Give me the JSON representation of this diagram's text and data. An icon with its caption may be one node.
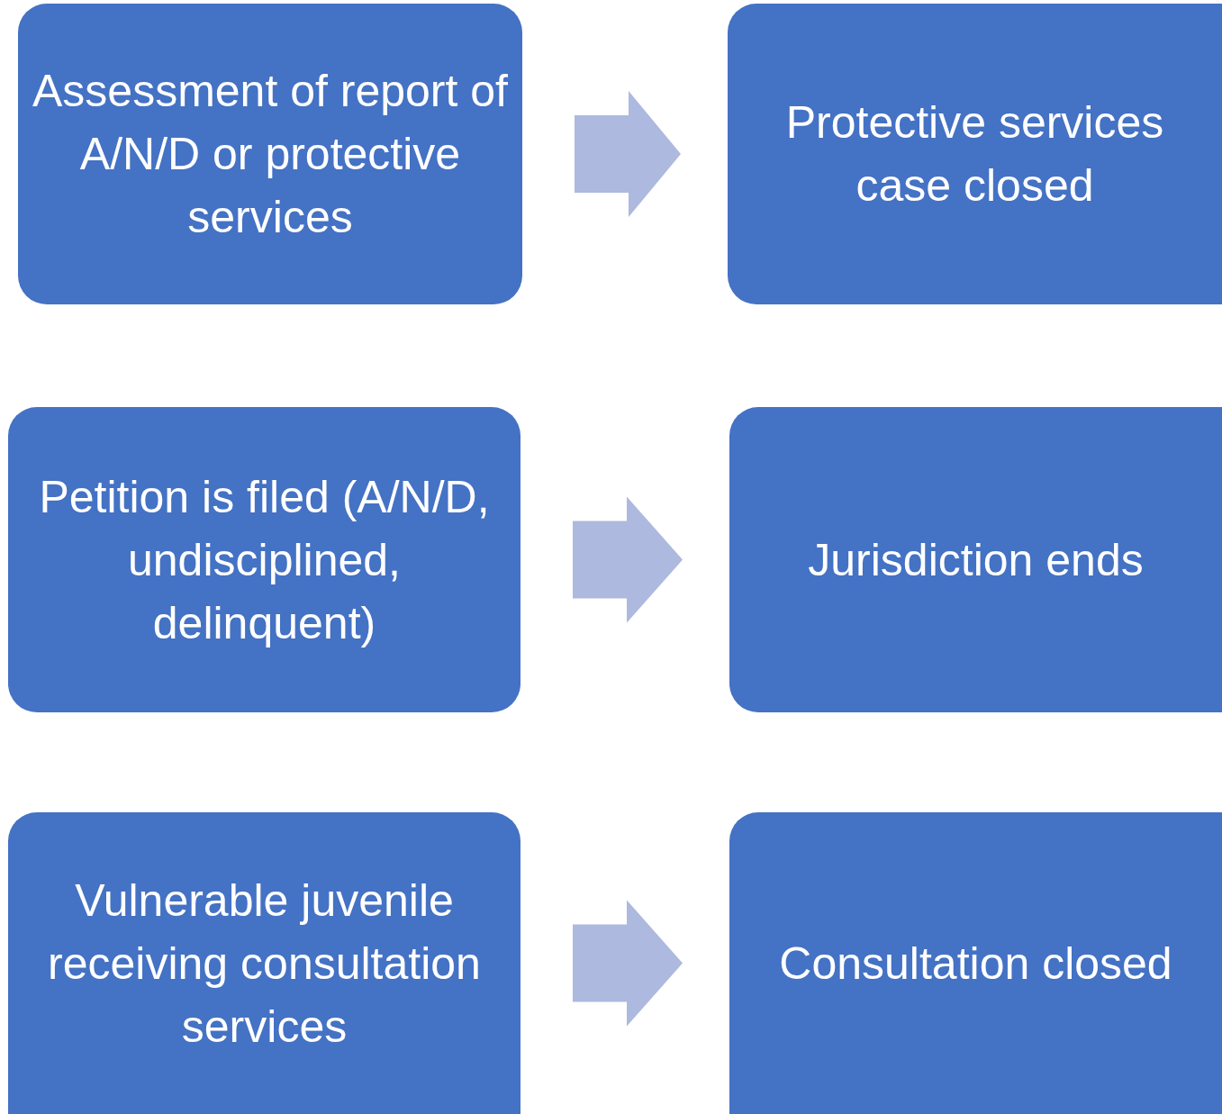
{
  "diagram": {
    "nodes": [
      {
        "text": [
          "Assessment of report of A/N/D or protective services"
        ]
      },
      {
        "text": [
          "Protective services case closed"
        ]
      },
      {
        "text": [
          "Petition is filed (A/N/D, undisciplined, delinquent)"
        ]
      },
      {
        "text": [
          "Jurisdiction ends"
        ]
      },
      {
        "text": [
          "Vulnerable juvenile receiving consultation services"
        ]
      },
      {
        "text": [
          "Consultation closed"
        ]
      }
    ],
    "edges": [
      {
        "from": 0,
        "to": 1,
        "arrow": "to"
      },
      {
        "from": 2,
        "to": 3,
        "arrow": "to"
      },
      {
        "from": 4,
        "to": 5,
        "arrow": "to"
      }
    ]
  }
}
